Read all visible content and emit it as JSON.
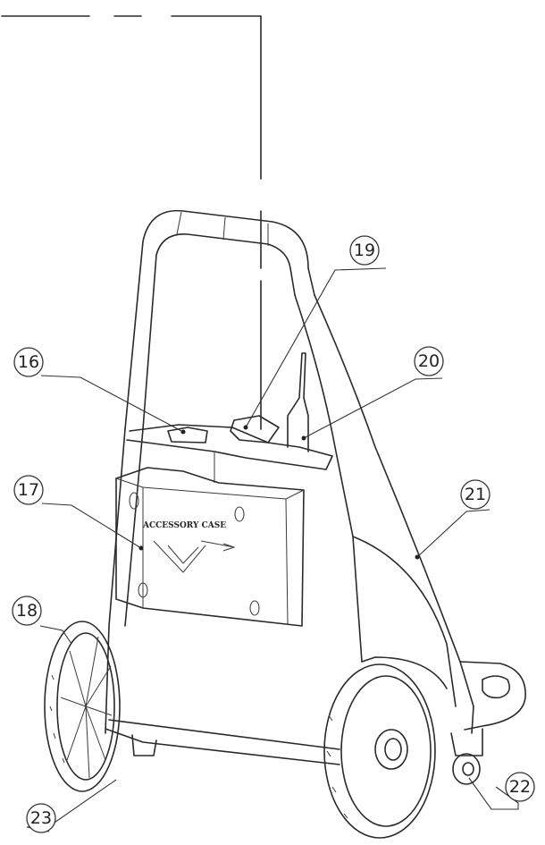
{
  "callouts": [
    {
      "id": "16",
      "label": "16"
    },
    {
      "id": "17",
      "label": "17"
    },
    {
      "id": "18",
      "label": "18"
    },
    {
      "id": "19",
      "label": "19"
    },
    {
      "id": "20",
      "label": "20"
    },
    {
      "id": "21",
      "label": "21"
    },
    {
      "id": "22",
      "label": "22"
    },
    {
      "id": "23",
      "label": "23"
    }
  ],
  "box_label": "ACCESSORY CASE"
}
